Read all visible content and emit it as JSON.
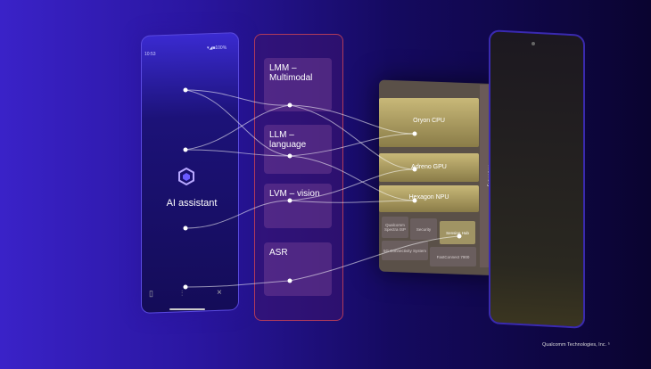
{
  "left_phone": {
    "status_time": "10:53",
    "status_icons": "▾◢■100%",
    "assistant_label": "AI assistant"
  },
  "models": [
    {
      "label": "LMM – Multimodal"
    },
    {
      "label": "LLM – language"
    },
    {
      "label": "LVM – vision"
    },
    {
      "label": "ASR"
    }
  ],
  "chip": {
    "cpu": "Oryon CPU",
    "gpu": "Adreno GPU",
    "npu": "Hexagon NPU",
    "isp": "Qualcomm Spectra ISP",
    "security": "Security",
    "sensing": "Sensing Hub",
    "modem": "5G Connectivity System",
    "wifi": "FastConnect 7900",
    "memory": "Memory"
  },
  "credit": "Qualcomm Technologies, Inc. ⁵"
}
